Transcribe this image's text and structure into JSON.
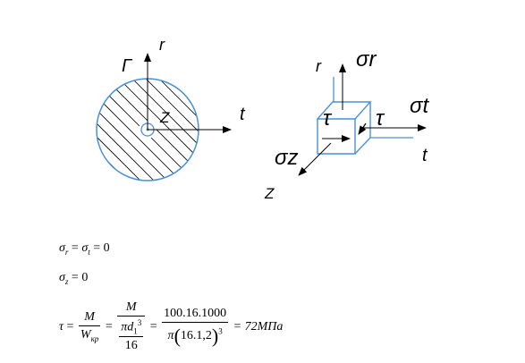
{
  "diagram": {
    "labels": {
      "gamma_left": "Γ",
      "r_axis_left": "r",
      "z_center": "Z",
      "t_axis_left": "t",
      "r_axis_right": "r",
      "sigma_r": "σr",
      "tau_left": "τ",
      "tau_right": "τ",
      "sigma_t": "σt",
      "t_axis_right": "t",
      "sigma_z": "σz",
      "z_axis_right": "Z"
    },
    "colors": {
      "line": "#4a90d9",
      "hatch": "#000000",
      "arrow": "#000000"
    }
  },
  "equations": {
    "eq1": {
      "lhs1": "σ",
      "lhs1_sub": "r",
      "eq_sign": "=",
      "lhs2": "σ",
      "lhs2_sub": "t",
      "rhs": "= 0"
    },
    "eq2": {
      "lhs": "σ",
      "lhs_sub": "z",
      "rhs": "= 0"
    },
    "eq3": {
      "tau": "τ",
      "eq": "=",
      "frac1_num": "M",
      "frac1_den": "W",
      "frac1_den_sub": "кр",
      "frac2_num": "M",
      "frac2_den_inner_num": "πd",
      "frac2_den_inner_sub": "1",
      "frac2_den_inner_sup": "3",
      "frac2_den_inner_den": "16",
      "frac3_num": "100.16.1000",
      "frac3_den_pi": "π",
      "frac3_den_val": "16.1,2",
      "frac3_den_sup": "3",
      "result": "= 72МПа"
    }
  }
}
